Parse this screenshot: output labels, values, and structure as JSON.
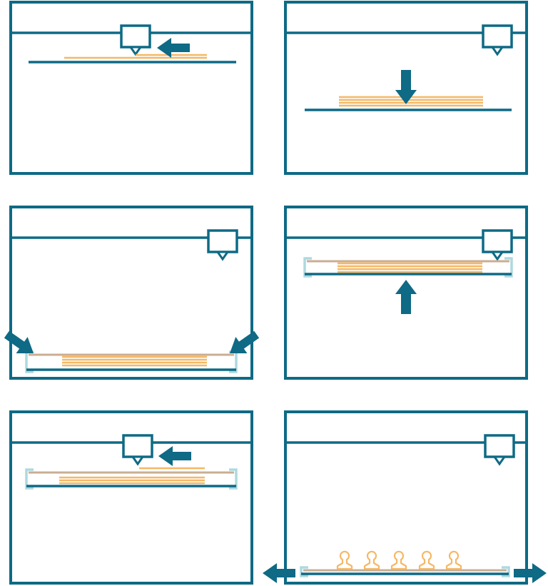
{
  "colors": {
    "frame": "#0e6a85",
    "arrow": "#0e6a85",
    "filament": "#f5b866",
    "release_sheet": "#c9ae93",
    "clamp": "#aed9df",
    "background": "#ffffff"
  },
  "panels": [
    {
      "step": 1,
      "nozzle": "center",
      "layers": 2,
      "sheet": false,
      "clamps": false,
      "bed": "top",
      "arrows": [
        "left"
      ],
      "parts": 0
    },
    {
      "step": 2,
      "nozzle": "right",
      "layers": 4,
      "sheet": false,
      "clamps": false,
      "bed": "middle",
      "arrows": [
        "down"
      ],
      "parts": 0
    },
    {
      "step": 3,
      "nozzle": "right",
      "layers": 4,
      "sheet": true,
      "clamps": true,
      "bed": "bottom",
      "arrows": [
        "diagonal-in-left",
        "diagonal-in-right"
      ],
      "parts": 0
    },
    {
      "step": 4,
      "nozzle": "right",
      "layers": 4,
      "sheet": true,
      "clamps": true,
      "bed": "top",
      "arrows": [
        "up"
      ],
      "parts": 0
    },
    {
      "step": 5,
      "nozzle": "center",
      "layers": 5,
      "sheet": true,
      "clamps": true,
      "bed": "top",
      "arrows": [
        "left"
      ],
      "parts": 0
    },
    {
      "step": 6,
      "nozzle": "right",
      "layers": 0,
      "sheet": true,
      "clamps": true,
      "bed": "bottom",
      "arrows": [
        "out-left",
        "out-right"
      ],
      "parts": 5
    }
  ]
}
